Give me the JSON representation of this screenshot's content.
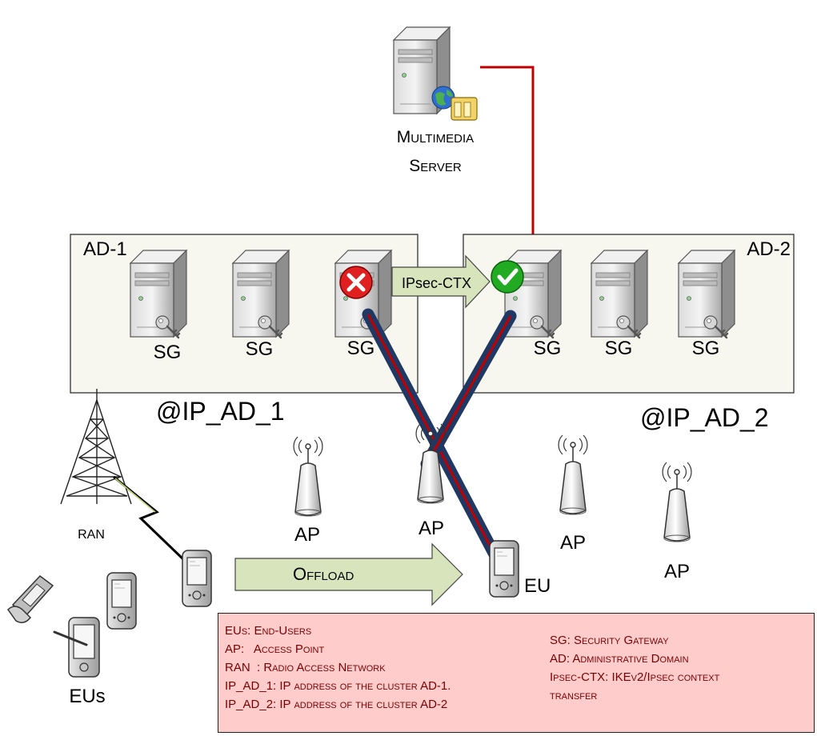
{
  "server": {
    "line1": "Multimedia",
    "line2": "Server"
  },
  "domain1": {
    "label": "AD-1",
    "address": "@IP_AD_1"
  },
  "domain2": {
    "label": "AD-2",
    "address": "@IP_AD_2"
  },
  "gateway_label": "SG",
  "transfer_label": "IPsec-CTX",
  "offload_label": "Offload",
  "ap_label": "AP",
  "ran_label": "RAN",
  "eu_label": "EU",
  "eus_label": "EUs",
  "legend": {
    "left": [
      "EUs: End-Users",
      "AP:   Access Point",
      "RAN  : Radio Access Network",
      "IP_AD_1: IP address of the cluster AD-1.",
      "IP_AD_2: IP address of the cluster AD-2"
    ],
    "right": [
      "SG: Security Gateway",
      "AD: Administrative Domain",
      "Ipsec-CTX: IKEv2/Ipsec context",
      "transfer"
    ]
  },
  "colors": {
    "tunnel_outer": "#1f3864",
    "tunnel_inner": "#c00000",
    "server_link": "#c00000",
    "box_fill": "#f7f7ef",
    "arrow_fill": "#d8e4bc",
    "legend_bg": "#ffcccc",
    "legend_text": "#7a0000",
    "status_fail": "#e02020",
    "status_ok": "#22aa22"
  }
}
